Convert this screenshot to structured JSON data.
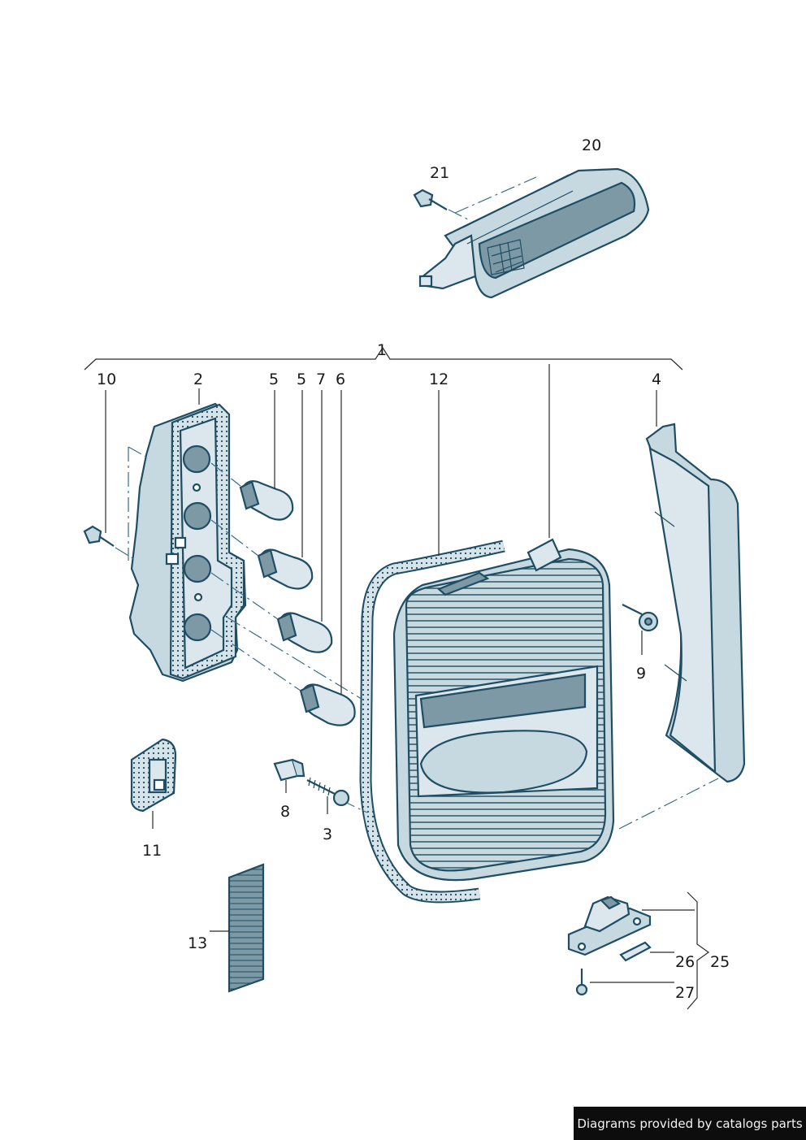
{
  "callouts": {
    "c1": "1",
    "c2": "2",
    "c3": "3",
    "c4": "4",
    "c5a": "5",
    "c5b": "5",
    "c6": "6",
    "c7": "7",
    "c8": "8",
    "c9": "9",
    "c10": "10",
    "c11": "11",
    "c12": "12",
    "c13": "13",
    "c20": "20",
    "c21": "21",
    "c25": "25",
    "c26": "26",
    "c27": "27"
  },
  "footer": {
    "credit": "Diagrams provided by catalogs parts"
  },
  "colors": {
    "body_fill": "#dbe7ec",
    "body_shade": "#c6d8e0",
    "outline": "#1f4d63",
    "dash_line": "#3b6f86",
    "credit_bg": "#0d0d0d"
  }
}
